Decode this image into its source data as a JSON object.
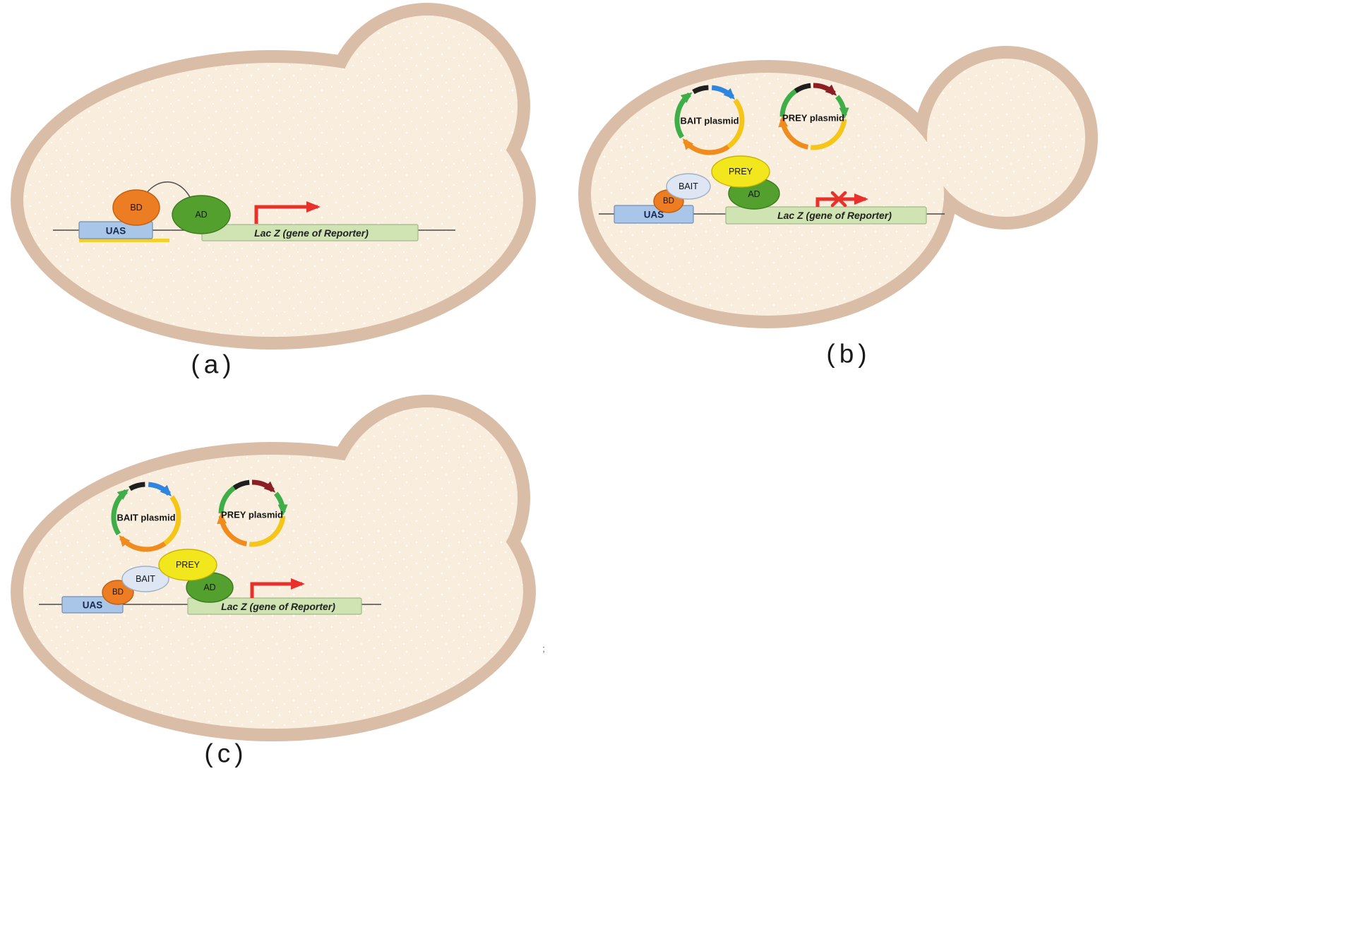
{
  "colors": {
    "page-bg": "#ffffff",
    "cell-wall": "#d9bda6",
    "cytoplasm": "#f9eedd",
    "dot": "#ffffff",
    "dna-line": "#4a4a4a",
    "bd-fill": "#ec7d23",
    "bd-stroke": "#c05f10",
    "ad-fill": "#53a02e",
    "ad-stroke": "#3a7a1c",
    "prey-fill": "#f2e71d",
    "prey-stroke": "#c9b400",
    "bait-fill": "#dde6f2",
    "bait-stroke": "#9fb0c9",
    "uas-fill": "#a9c6e8",
    "uas-stroke": "#6f8fb5",
    "uas-underline": "#f5d02a",
    "lacz-fill": "#cfe3b3",
    "lacz-stroke": "#a2b98a",
    "arrow-red": "#e8312a",
    "plasmid-green": "#3fae49",
    "plasmid-orange": "#f08c1e",
    "plasmid-amber": "#f5c518",
    "plasmid-darkred": "#8b1f24",
    "plasmid-blue": "#2e86de",
    "plasmid-black": "#1f1f1f"
  },
  "labels": {
    "bd": "BD",
    "ad": "AD",
    "bait": "BAIT",
    "prey": "PREY",
    "uas": "UAS",
    "lacz": "Lac Z (gene of Reporter)",
    "bait_plasmid": "BAIT plasmid",
    "prey_plasmid": "PREY plasmid"
  },
  "panels": {
    "a": {
      "caption": "(a)"
    },
    "b": {
      "caption": "(b)"
    },
    "c": {
      "caption": "(c)"
    }
  },
  "artifacts": {
    "stray_mark": ";"
  }
}
